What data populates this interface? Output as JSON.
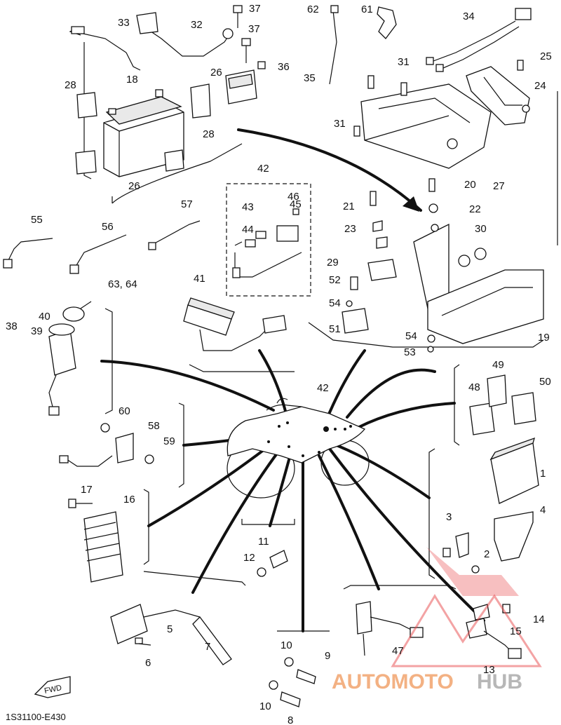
{
  "diagram_code": "1S31100-E430",
  "direction_label": "FWD",
  "watermark": {
    "part1": "AUTOMOTO",
    "part2": "HUB",
    "color_accent": "#e8484a"
  },
  "labels": [
    "1",
    "2",
    "3",
    "4",
    "5",
    "6",
    "7",
    "8",
    "9",
    "10",
    "10",
    "11",
    "12",
    "13",
    "14",
    "15",
    "16",
    "17",
    "18",
    "19",
    "20",
    "21",
    "22",
    "23",
    "24",
    "25",
    "26",
    "26",
    "27",
    "28",
    "28",
    "29",
    "30",
    "31",
    "31",
    "32",
    "33",
    "34",
    "35",
    "36",
    "37",
    "37",
    "38",
    "39",
    "40",
    "41",
    "42",
    "42",
    "43",
    "44",
    "45",
    "46",
    "47",
    "48",
    "49",
    "50",
    "51",
    "52",
    "53",
    "54",
    "54",
    "55",
    "56",
    "57",
    "58",
    "59",
    "60",
    "61",
    "62",
    "63, 64"
  ]
}
